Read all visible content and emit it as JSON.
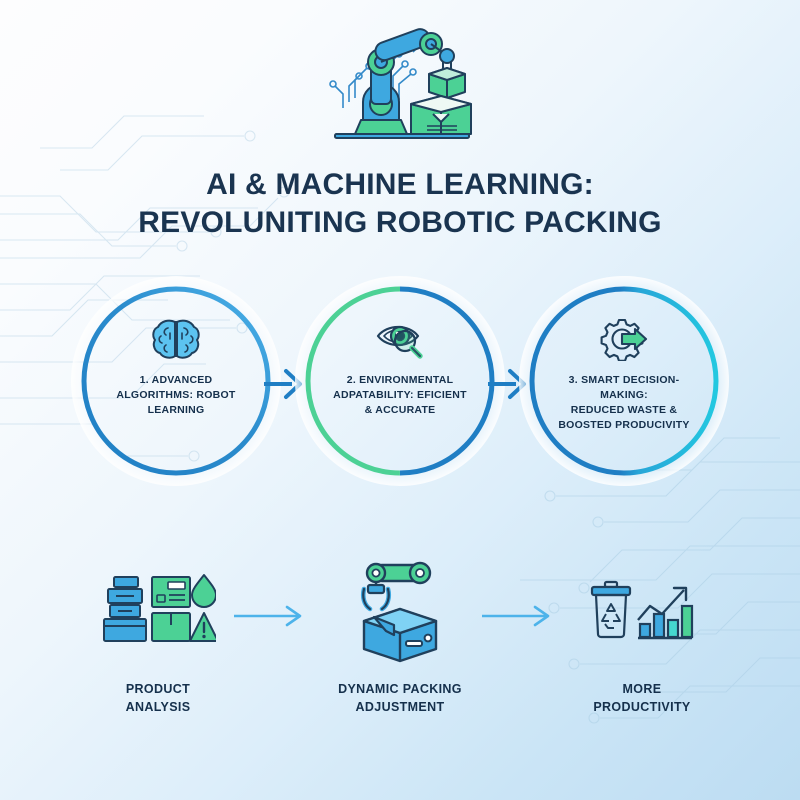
{
  "theme": {
    "ink": "#15304c",
    "blue": "#1f7ec4",
    "blue_light": "#4db3ea",
    "cyan": "#23c8e0",
    "green": "#4cd195",
    "green_deep": "#35b97f",
    "bg_top": "#fdfdfe",
    "bg_bottom": "#bcdcf2"
  },
  "hero": {
    "icon": "robotic-arm-packing-icon",
    "alt": "Robotic arm placing boxes"
  },
  "title": {
    "line1": "AI & MACHINE LEARNING:",
    "line2": "REVOLUNITING ROBOTIC PACKING"
  },
  "steps": [
    {
      "id": "step-1",
      "icon": "brain-icon",
      "ring_colors": [
        "#1f7ec4",
        "#4db3ea"
      ],
      "label": "1. ADVANCED ALGORITHMS: ROBOT LEARNING",
      "label_lines": [
        "1. ADVANCED",
        "ALGORITHMS: ROBOT",
        "LEARNING"
      ]
    },
    {
      "id": "step-2",
      "icon": "eye-magnifier-icon",
      "ring_colors": [
        "#1f7ec4",
        "#4cd195"
      ],
      "label": "2. ENVIRONMENTAL ADPATABILITY: EFICIENT & ACCURATE",
      "label_lines": [
        "2. ENVIRONMENTAL",
        "ADPATABILITY: EFICIENT",
        "& ACCURATE"
      ]
    },
    {
      "id": "step-3",
      "icon": "gear-arrow-icon",
      "ring_colors": [
        "#1f7ec4",
        "#23c8e0"
      ],
      "label": "3. SMART DECISION-MAKING: REDUCED WASTE & BOOSTED PRODUCIVITY",
      "label_lines": [
        "3. SMART DECISION-MAKING:",
        "REDUCED WASTE &",
        "BOOSTED PRODUCIVITY"
      ]
    }
  ],
  "connectors": [
    {
      "id": "connector-1-2",
      "icon": "arrow-right-connector-icon"
    },
    {
      "id": "connector-2-3",
      "icon": "arrow-right-connector-icon"
    }
  ],
  "flow": [
    {
      "id": "flow-product-analysis",
      "icon": "product-boxes-droplet-warning-icon",
      "label_lines": [
        "PRODUCT",
        "ANALYSIS"
      ],
      "label": "PRODUCT ANALYSIS"
    },
    {
      "id": "flow-dynamic-packing",
      "icon": "robot-claw-box-icon",
      "label_lines": [
        "DYNAMIC PACKING",
        "ADJUSTMENT"
      ],
      "label": "DYNAMIC PACKING ADJUSTMENT"
    },
    {
      "id": "flow-more-productivity",
      "icon": "recycle-bin-growth-chart-icon",
      "label_lines": [
        "MORE",
        "PRODUCTIVITY"
      ],
      "label": "MORE PRODUCTIVITY"
    }
  ],
  "flow_arrows": [
    {
      "id": "flow-arrow-1",
      "icon": "arrow-right-icon"
    },
    {
      "id": "flow-arrow-2",
      "icon": "arrow-right-icon"
    }
  ],
  "background": {
    "pattern": "circuit-trace-pattern"
  }
}
